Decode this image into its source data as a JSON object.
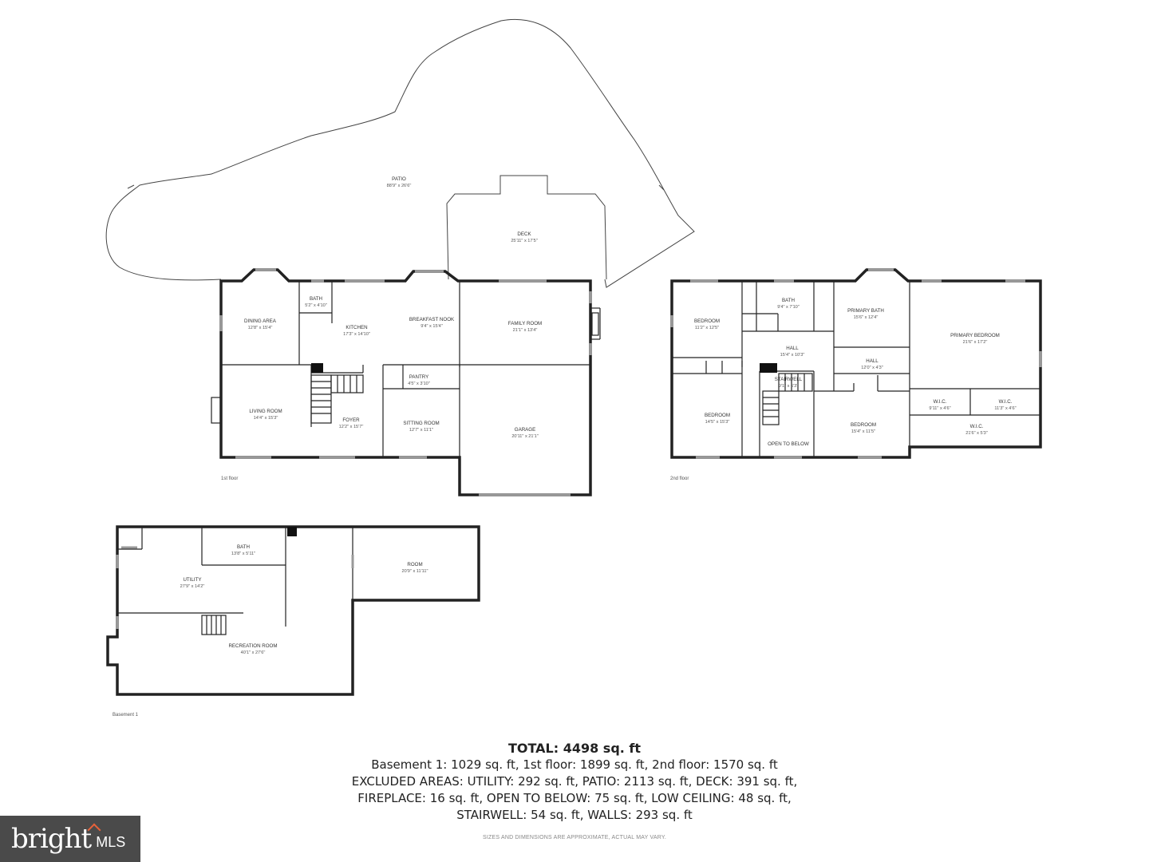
{
  "floors": {
    "first": {
      "label": "1st floor"
    },
    "second": {
      "label": "2nd floor"
    },
    "basement": {
      "label": "Basement 1"
    }
  },
  "rooms": {
    "patio": {
      "name": "PATIO",
      "dim": "88'9\" x 26'6\""
    },
    "deck": {
      "name": "DECK",
      "dim": "25'11\" x 17'5\""
    },
    "dining": {
      "name": "DINING AREA",
      "dim": "12'8\" x 15'4\""
    },
    "bath1": {
      "name": "BATH",
      "dim": "5'2\" x 4'10\""
    },
    "kitchen": {
      "name": "KITCHEN",
      "dim": "17'3\" x 14'10\""
    },
    "nook": {
      "name": "BREAKFAST NOOK",
      "dim": "9'4\" x 15'4\""
    },
    "family": {
      "name": "FAMILY ROOM",
      "dim": "21'1\" x 13'4\""
    },
    "pantry": {
      "name": "PANTRY",
      "dim": "4'5\" x 3'10\""
    },
    "living": {
      "name": "LIVING ROOM",
      "dim": "14'4\" x 15'3\""
    },
    "foyer": {
      "name": "FOYER",
      "dim": "12'2\" x 15'7\""
    },
    "sitting": {
      "name": "SITTING ROOM",
      "dim": "12'7\" x 11'1\""
    },
    "garage": {
      "name": "GARAGE",
      "dim": "20'11\" x 21'1\""
    },
    "bed1": {
      "name": "BEDROOM",
      "dim": "11'2\" x 12'5\""
    },
    "bath2": {
      "name": "BATH",
      "dim": "9'4\" x 7'10\""
    },
    "pbath": {
      "name": "PRIMARY BATH",
      "dim": "15'6\" x 12'4\""
    },
    "pbed": {
      "name": "PRIMARY BEDROOM",
      "dim": "21'6\" x 17'2\""
    },
    "hall1": {
      "name": "HALL",
      "dim": "15'4\" x 10'3\""
    },
    "hall2": {
      "name": "HALL",
      "dim": "12'0\" x 4'3\""
    },
    "stair": {
      "name": "STAIRWELL",
      "dim": "9'1\" x 6'3\""
    },
    "wic1": {
      "name": "W.I.C.",
      "dim": "9'11\" x 4'6\""
    },
    "wic2": {
      "name": "W.I.C.",
      "dim": "11'3\" x 4'6\""
    },
    "wic3": {
      "name": "W.I.C.",
      "dim": "21'6\" x 5'3\""
    },
    "bed2": {
      "name": "BEDROOM",
      "dim": "14'5\" x 15'3\""
    },
    "open": {
      "name": "OPEN TO BELOW",
      "dim": ""
    },
    "bed3": {
      "name": "BEDROOM",
      "dim": "15'4\" x 11'5\""
    },
    "bath3": {
      "name": "BATH",
      "dim": "13'8\" x 5'11\""
    },
    "utility": {
      "name": "UTILITY",
      "dim": "27'9\" x 14'2\""
    },
    "room": {
      "name": "ROOM",
      "dim": "20'9\" x 11'11\""
    },
    "rec": {
      "name": "RECREATION ROOM",
      "dim": "40'1\" x 27'6\""
    }
  },
  "summary": {
    "total": "TOTAL: 4498 sq. ft",
    "lines": [
      "Basement 1: 1029 sq. ft, 1st floor: 1899 sq. ft, 2nd floor: 1570 sq. ft",
      "EXCLUDED AREAS: UTILITY: 292 sq. ft, PATIO: 2113 sq. ft, DECK: 391 sq. ft,",
      "FIREPLACE: 16 sq. ft, OPEN TO BELOW: 75 sq. ft, LOW CEILING: 48 sq. ft,",
      "STAIRWELL: 54 sq. ft, WALLS: 293 sq. ft"
    ]
  },
  "disclaimer": "SIZES AND DIMENSIONS ARE APPROXIMATE, ACTUAL MAY VARY.",
  "logo": {
    "word": "bright",
    "suffix": "MLS",
    "colors": {
      "background": "#4a4a4a",
      "accent": "#e8623a"
    }
  }
}
